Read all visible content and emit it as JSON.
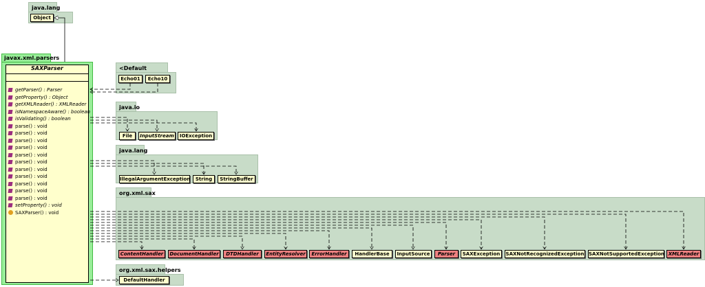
{
  "packages": {
    "java_lang_top": {
      "name": "java.lang",
      "classes": [
        "Object"
      ]
    },
    "javax_xml_parsers": {
      "name": "javax.xml.parsers"
    },
    "default_package": {
      "name": "<Default Package>",
      "classes": [
        "Echo01",
        "Echo10"
      ]
    },
    "java_io": {
      "name": "java.io",
      "classes": [
        "File",
        "InputStream",
        "IOException"
      ]
    },
    "java_lang": {
      "name": "java.lang",
      "classes": [
        "IllegalArgumentException",
        "String",
        "StringBuffer"
      ]
    },
    "org_xml_sax": {
      "name": "org.xml.sax",
      "classes": [
        "ContentHandler",
        "DocumentHandler",
        "DTDHandler",
        "EntityResolver",
        "ErrorHandler",
        "HandlerBase",
        "InputSource",
        "Parser",
        "SAXException",
        "SAXNotRecognizedException",
        "SAXNotSupportedException",
        "XMLReader"
      ]
    },
    "org_xml_sax_helpers": {
      "name": "org.xml.sax.helpers",
      "classes": [
        "DefaultHandler"
      ]
    }
  },
  "sax_parser": {
    "name": "SAXParser",
    "methods": [
      "getParser() : Parser",
      "getProperty() : Object",
      "getXMLReader() : XMLReader",
      "isNamespaceAware() : boolean",
      "isValidating() : boolean",
      "parse() : void",
      "parse() : void",
      "parse() : void",
      "parse() : void",
      "parse() : void",
      "parse() : void",
      "parse() : void",
      "parse() : void",
      "parse() : void",
      "parse() : void",
      "parse() : void",
      "setProperty() : void",
      "SAXParser() : void"
    ]
  },
  "colors": {
    "package": "#c8dcc8",
    "main_package": "#99ee99",
    "class": "#ffffcc",
    "interface_red": "#ee8080"
  }
}
